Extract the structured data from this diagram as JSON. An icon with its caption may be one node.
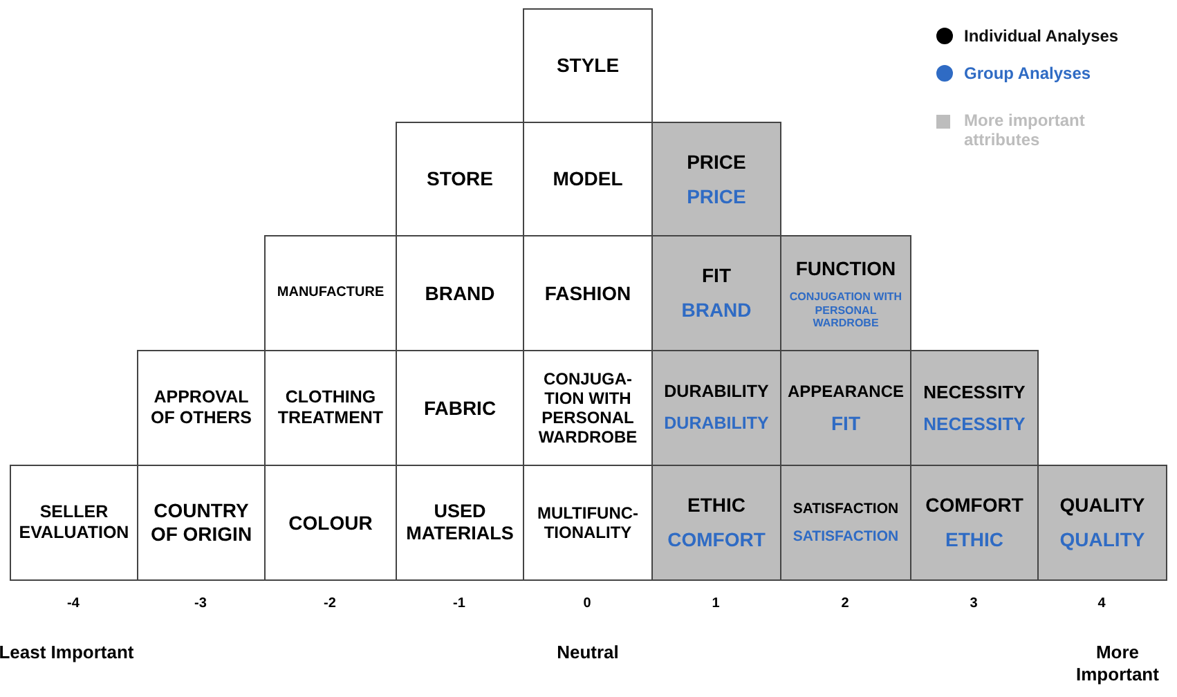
{
  "diagram": {
    "nodes": [
      {
        "text": [
          "STYLE"
        ]
      },
      {
        "text": [
          "STORE"
        ]
      },
      {
        "text": [
          "MODEL"
        ]
      },
      {
        "text": [
          "PRICE",
          "PRICE"
        ]
      },
      {
        "text": [
          "MANUFACTURE"
        ]
      },
      {
        "text": [
          "BRAND"
        ]
      },
      {
        "text": [
          "FASHION"
        ]
      },
      {
        "text": [
          "FIT",
          "BRAND"
        ]
      },
      {
        "text": [
          "FUNCTION",
          "CONJUGATION WITH PERSONAL WARDROBE"
        ]
      },
      {
        "text": [
          "APPROVAL OF OTHERS"
        ]
      },
      {
        "text": [
          "CLOTHING TREATMENT"
        ]
      },
      {
        "text": [
          "FABRIC"
        ]
      },
      {
        "text": [
          "CONJUGA-TION WITH PERSONAL WARDROBE"
        ]
      },
      {
        "text": [
          "DURABILITY",
          "DURABILITY"
        ]
      },
      {
        "text": [
          "APPEARANCE",
          "FIT"
        ]
      },
      {
        "text": [
          "NECESSITY",
          "NECESSITY"
        ]
      },
      {
        "text": [
          "SELLER EVALUATION"
        ]
      },
      {
        "text": [
          "COUNTRY OF ORIGIN"
        ]
      },
      {
        "text": [
          "COLOUR"
        ]
      },
      {
        "text": [
          "USED MATERIALS"
        ]
      },
      {
        "text": [
          "MULTIFUNC-TIONALITY"
        ]
      },
      {
        "text": [
          "ETHIC",
          "COMFORT"
        ]
      },
      {
        "text": [
          "SATISFACTION",
          "SATISFACTION"
        ]
      },
      {
        "text": [
          "COMFORT",
          "ETHIC"
        ]
      },
      {
        "text": [
          "QUALITY",
          "QUALITY"
        ]
      }
    ],
    "labels": [
      "-4",
      "-3",
      "-2",
      "-1",
      "0",
      "1",
      "2",
      "3",
      "4",
      "Least Important",
      "Neutral",
      "More Important"
    ],
    "legend": [
      {
        "text": "Individual Analyses",
        "color": "#000000"
      },
      {
        "text": "Group Analyses",
        "color": "#2f6bc4"
      },
      {
        "text": "More important attributes",
        "color": "#bdbdbd"
      }
    ]
  }
}
